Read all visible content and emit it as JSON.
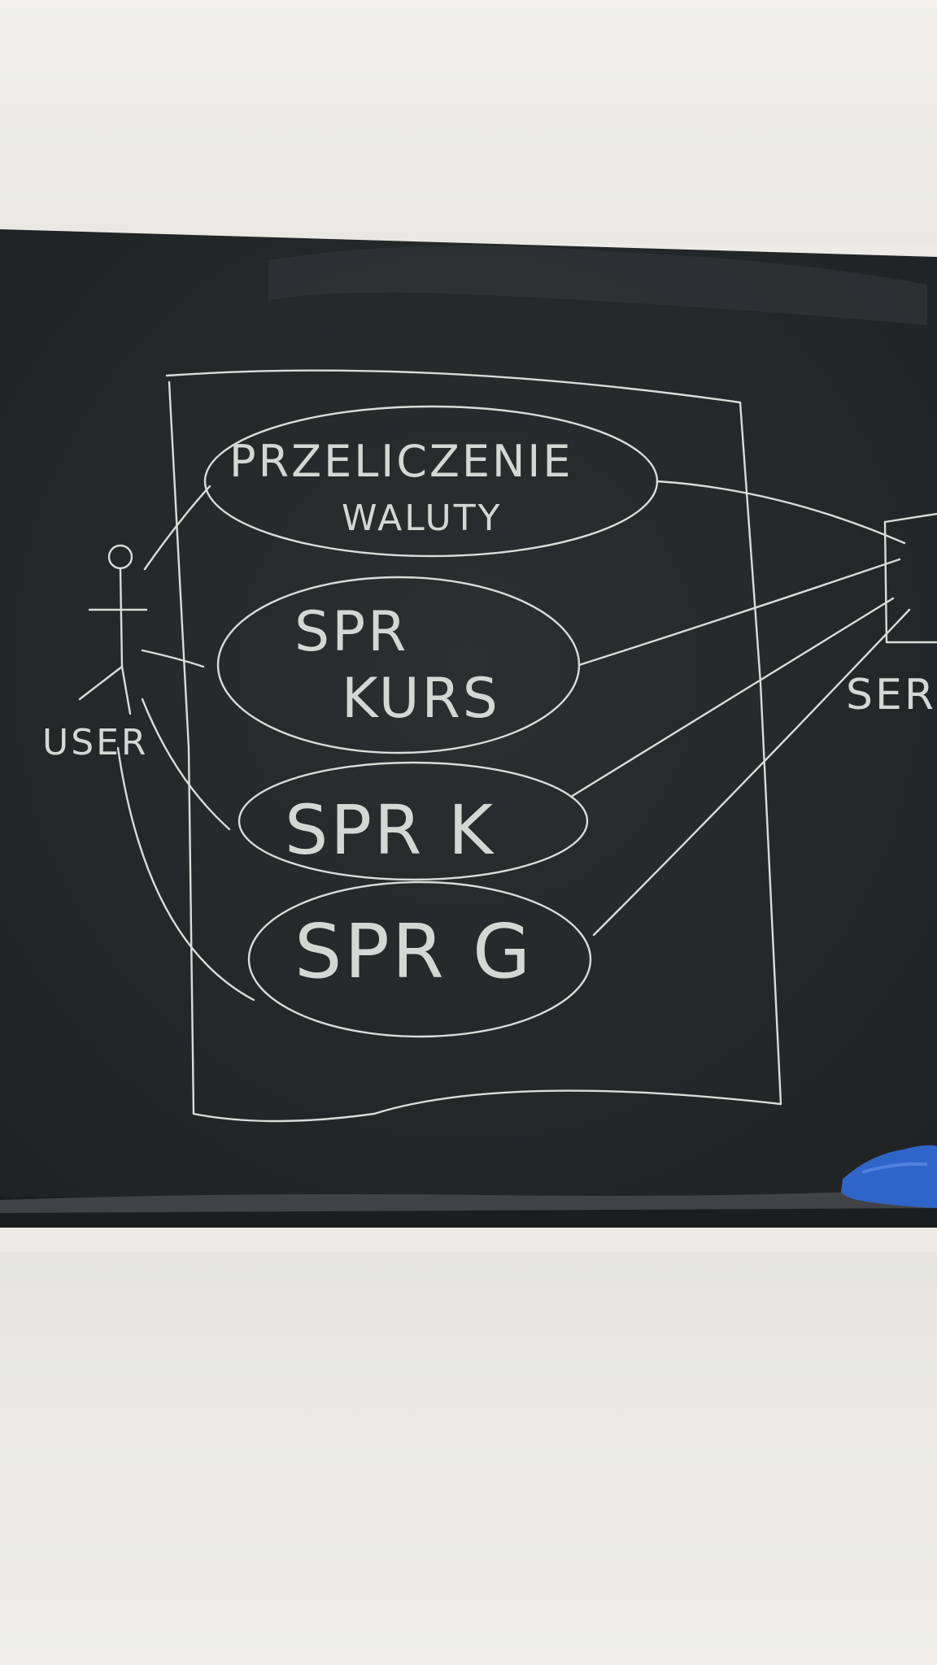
{
  "scene": {
    "description_tag": "chalkboard-use-case-diagram",
    "board_color": "#25292a",
    "chalk_color": "#d9dcd8",
    "eraser_color": "#2f64c8",
    "wall_color": "#ecebe6"
  },
  "diagram": {
    "actor_label": "USER",
    "server_label": "SER",
    "use_cases": [
      {
        "line1": "PRZELICZENIE",
        "line2": "WALUTY"
      },
      {
        "line1": "SPR",
        "line2": "KURS"
      },
      {
        "line1": "SPR K",
        "line2": ""
      },
      {
        "line1": "SPR G",
        "line2": ""
      }
    ]
  }
}
